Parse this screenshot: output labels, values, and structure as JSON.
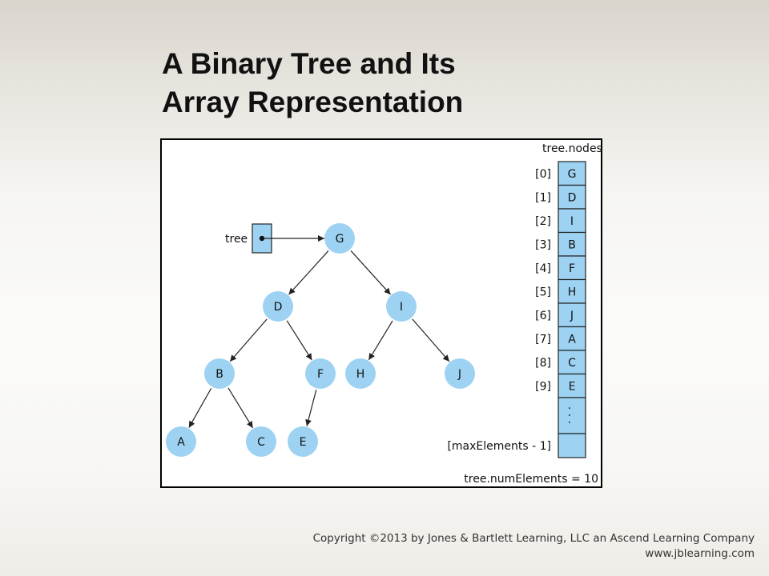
{
  "title": {
    "line1": "A Binary Tree and Its",
    "line2": "Array Representation"
  },
  "colors": {
    "node_fill": "#9dd2f2",
    "node_stroke": "#7cc0ea",
    "frame": "#000000",
    "arrow": "#222222",
    "text": "#111111"
  },
  "tree": {
    "pointer_label": "tree",
    "nodes": [
      {
        "id": "G",
        "label": "G"
      },
      {
        "id": "D",
        "label": "D"
      },
      {
        "id": "I",
        "label": "I"
      },
      {
        "id": "B",
        "label": "B"
      },
      {
        "id": "F",
        "label": "F"
      },
      {
        "id": "H",
        "label": "H"
      },
      {
        "id": "J",
        "label": "J"
      },
      {
        "id": "A",
        "label": "A"
      },
      {
        "id": "C",
        "label": "C"
      },
      {
        "id": "E",
        "label": "E"
      }
    ],
    "edges": [
      [
        "G",
        "D"
      ],
      [
        "G",
        "I"
      ],
      [
        "D",
        "B"
      ],
      [
        "D",
        "F"
      ],
      [
        "I",
        "H"
      ],
      [
        "I",
        "J"
      ],
      [
        "B",
        "A"
      ],
      [
        "B",
        "C"
      ],
      [
        "F",
        "E"
      ]
    ]
  },
  "array": {
    "title": "tree.nodes",
    "cells": [
      {
        "index": "[0]",
        "value": "G"
      },
      {
        "index": "[1]",
        "value": "D"
      },
      {
        "index": "[2]",
        "value": "I"
      },
      {
        "index": "[3]",
        "value": "B"
      },
      {
        "index": "[4]",
        "value": "F"
      },
      {
        "index": "[5]",
        "value": "H"
      },
      {
        "index": "[6]",
        "value": "J"
      },
      {
        "index": "[7]",
        "value": "A"
      },
      {
        "index": "[8]",
        "value": "C"
      },
      {
        "index": "[9]",
        "value": "E"
      }
    ],
    "ellipsis": "· · ·",
    "last_index": "[maxElements - 1]",
    "footer": "tree.numElements = 10"
  },
  "copyright": {
    "line1": "Copyright ©2013 by Jones & Bartlett Learning, LLC an Ascend Learning Company",
    "line2": "www.jblearning.com"
  }
}
